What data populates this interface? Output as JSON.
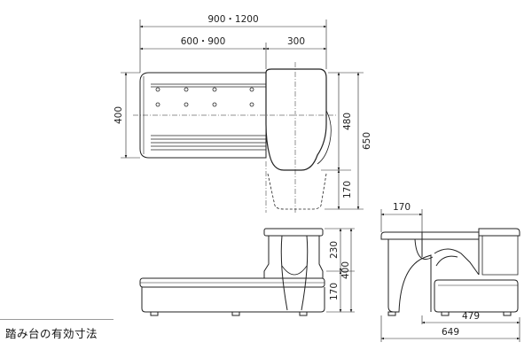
{
  "caption": "踏み台の有効寸法",
  "dimensions": {
    "total_width": "900・1200",
    "board_width": "600・900",
    "step_width": "300",
    "board_depth": "400",
    "step_depth": "480",
    "overall_depth": "650",
    "step_overhang": "170",
    "side_step_height": "230",
    "side_total_height": "400",
    "side_base_height": "170",
    "right_top_depth": "170",
    "right_inner_width": "479",
    "right_outer_width": "649"
  }
}
